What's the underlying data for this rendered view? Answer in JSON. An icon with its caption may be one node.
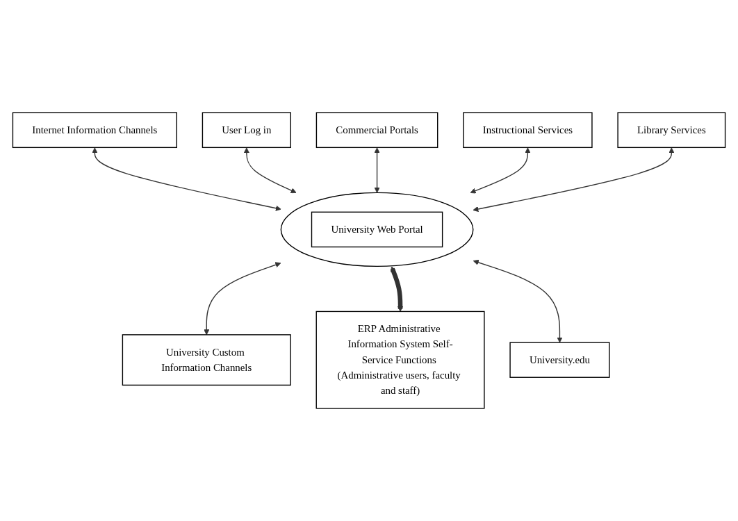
{
  "diagram": {
    "nodes": [
      {
        "text": [
          "User Log in"
        ]
      },
      {
        "text": [
          "Internet Information Channels"
        ]
      },
      {
        "text": [
          "Commercial Portals"
        ]
      },
      {
        "text": [],
        "shape": "ellipse"
      },
      {
        "text": [
          "University Web Portal"
        ],
        "in": 3
      },
      {
        "text": [
          "Instructional Services"
        ]
      },
      {
        "text": [
          "Library Services"
        ]
      },
      {
        "text": [
          "University Custom Information Channels"
        ]
      },
      {
        "text": [
          "University.edu"
        ]
      },
      {
        "text": [
          "ERP Administrative Information System Self-Service Functions (Administrative users, faculty and staff)"
        ]
      }
    ],
    "edges": [
      {
        "from": 1,
        "to": 3,
        "arrow": "both"
      },
      {
        "from": 0,
        "to": 3,
        "arrow": "both"
      },
      {
        "from": 2,
        "to": 3,
        "arrow": "both"
      },
      {
        "from": 5,
        "to": 3,
        "arrow": "both"
      },
      {
        "from": 6,
        "to": 3,
        "arrow": "both"
      },
      {
        "from": 3,
        "to": 7,
        "arrow": "both"
      },
      {
        "from": 3,
        "to": 9,
        "arrow": "both",
        "style": "thick"
      },
      {
        "from": 3,
        "to": 8,
        "arrow": "both"
      }
    ]
  }
}
